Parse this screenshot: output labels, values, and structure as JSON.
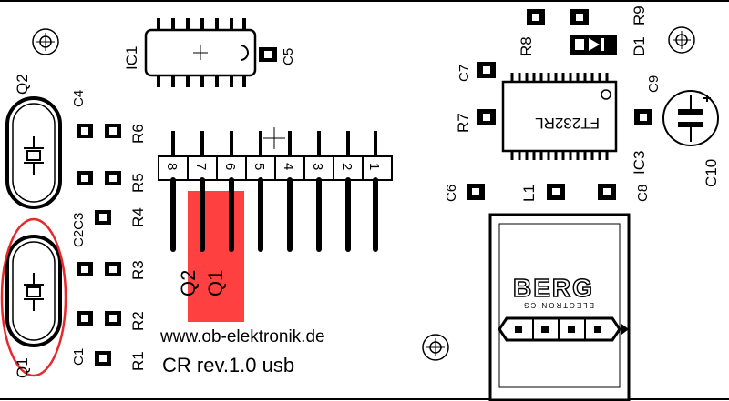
{
  "board": {
    "url": "www.ob-elektronik.de",
    "version": "CR rev.1.0 usb",
    "highlight_color": "#ff0000"
  },
  "components": {
    "ic1": "IC1",
    "ic3": "IC3",
    "ic3_chip": "FT232RL",
    "q1": "Q1",
    "q2": "Q2",
    "c1": "C1",
    "c2c3": "C2C3",
    "c4": "C4",
    "c5": "C5",
    "c6": "C6",
    "c7": "C7",
    "c8": "C8",
    "c9": "C9",
    "c10": "C10",
    "r1": "R1",
    "r2": "R2",
    "r3": "R3",
    "r4": "R4",
    "r5": "R5",
    "r6": "R6",
    "r7": "R7",
    "r8": "R8",
    "r9": "R9",
    "d1": "D1",
    "l1": "L1"
  },
  "header": {
    "pins": [
      "8",
      "7",
      "6",
      "5",
      "4",
      "3",
      "2",
      "1"
    ],
    "highlight_q2": "Q2",
    "highlight_q1": "Q1"
  },
  "connector": {
    "brand": "BERG",
    "subtitle": "ELECTRONICS"
  },
  "icons": [
    "mounting-hole-icon",
    "crystal-icon",
    "electrolytic-capacitor-icon",
    "diode-icon"
  ]
}
